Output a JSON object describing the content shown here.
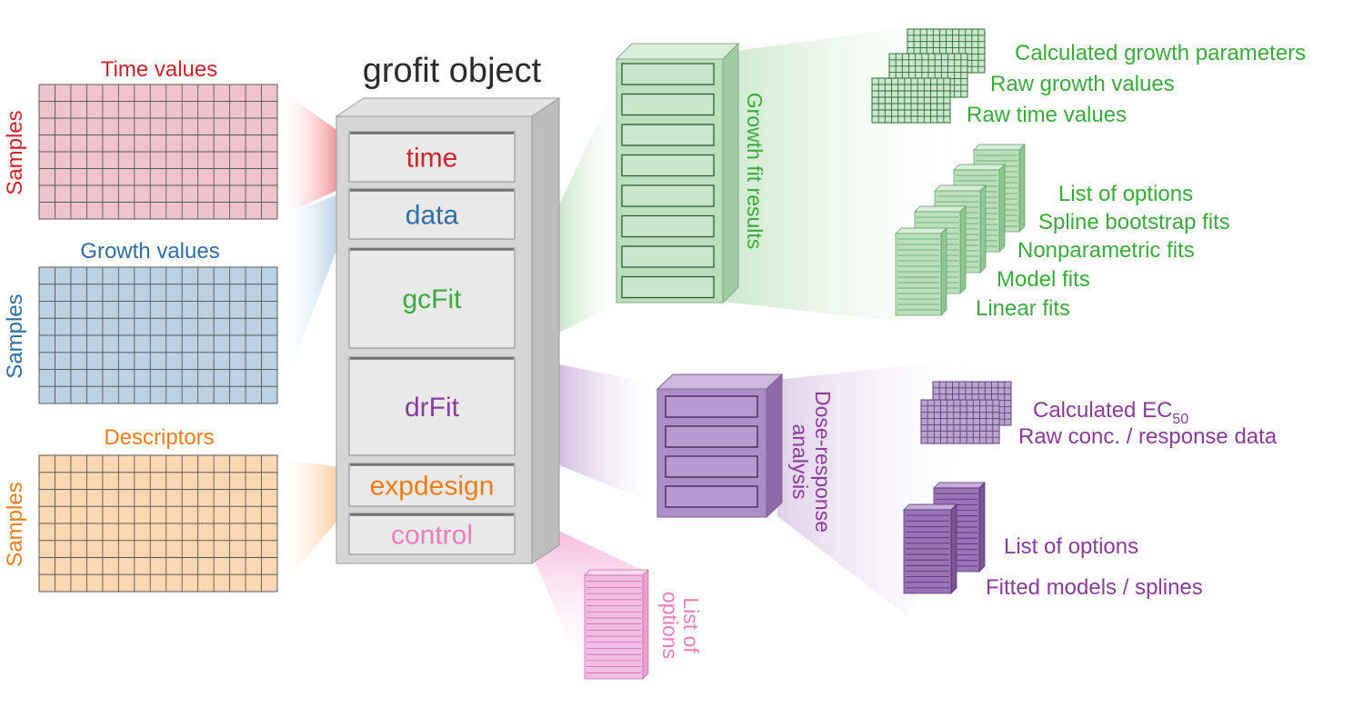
{
  "colors": {
    "time": "#d2222a",
    "data": "#2e6ea6",
    "green": "#3aaa3a",
    "purple": "#8a3c9a",
    "orange": "#f07d1a",
    "pink": "#ec7cbb",
    "title": "#2b2b2b",
    "grid_pink": "#efc3cb",
    "grid_blue": "#bcd2e3",
    "grid_orange": "#fcd8b2",
    "grid_green": "#cae8cd",
    "grid_purple": "#b9a3d1",
    "grid_lightpink": "#f2bde3",
    "grid_line": "#595959"
  },
  "title": "grofit object",
  "inputs": {
    "time": {
      "label": "Time values",
      "side_label": "Samples"
    },
    "growth": {
      "label": "Growth values",
      "side_label": "Samples"
    },
    "descriptors": {
      "label": "Descriptors",
      "side_label": "Samples"
    }
  },
  "object_slots": {
    "time": "time",
    "data": "data",
    "gcFit": "gcFit",
    "drFit": "drFit",
    "expdesign": "expdesign",
    "control": "control"
  },
  "growth_fit": {
    "label": "Growth fit results",
    "tables": [
      "Calculated growth parameters",
      "Raw growth values",
      "Raw time values"
    ],
    "lists": [
      "List of options",
      "Spline bootstrap fits",
      "Nonparametric fits",
      "Model fits",
      "Linear fits"
    ]
  },
  "dose_response": {
    "label_line1": "Dose-response",
    "label_line2": "analysis",
    "ec50_prefix": "Calculated EC",
    "ec50_sub": "50",
    "raw": "Raw conc. / response data",
    "list_options": "List of options",
    "fitted": "Fitted models / splines"
  },
  "control_output": {
    "line1": "List of",
    "line2": "options"
  }
}
